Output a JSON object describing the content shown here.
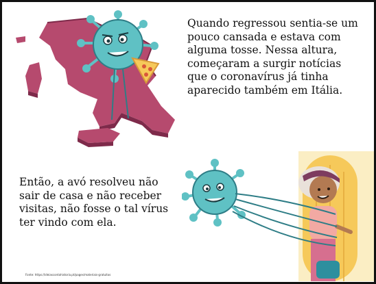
{
  "top_paragraph": "Quando regressou sentia-se um pouco cansada e estava com alguma tosse. Nessa altura, começaram a surgir notícias que o coronavírus já tinha aparecido também em Itália.",
  "bottom_paragraph": "Então, a avó resolveu não sair de casa e não receber visitas, não fosse o tal vírus ter vindo com ela.",
  "source_credit": "Fonte: https://ideiascontahistoria.pt/pages/materiais-gratuitos",
  "colors": {
    "virus": "#5fc1c4",
    "virus_dark": "#2e7d86",
    "italy": "#b64a6e",
    "italy_dark": "#7e2a4a",
    "door": "#f6c95a",
    "wall": "#fbeec4",
    "hair": "#e9e1da",
    "headband": "#7d3c5f",
    "skin": "#b37a52",
    "sweater": "#f2a9a3",
    "bag": "#2d8f9e"
  },
  "icons": [
    "virus-icon",
    "italy-map-icon",
    "pizza-icon",
    "grandma-icon",
    "door-icon"
  ]
}
